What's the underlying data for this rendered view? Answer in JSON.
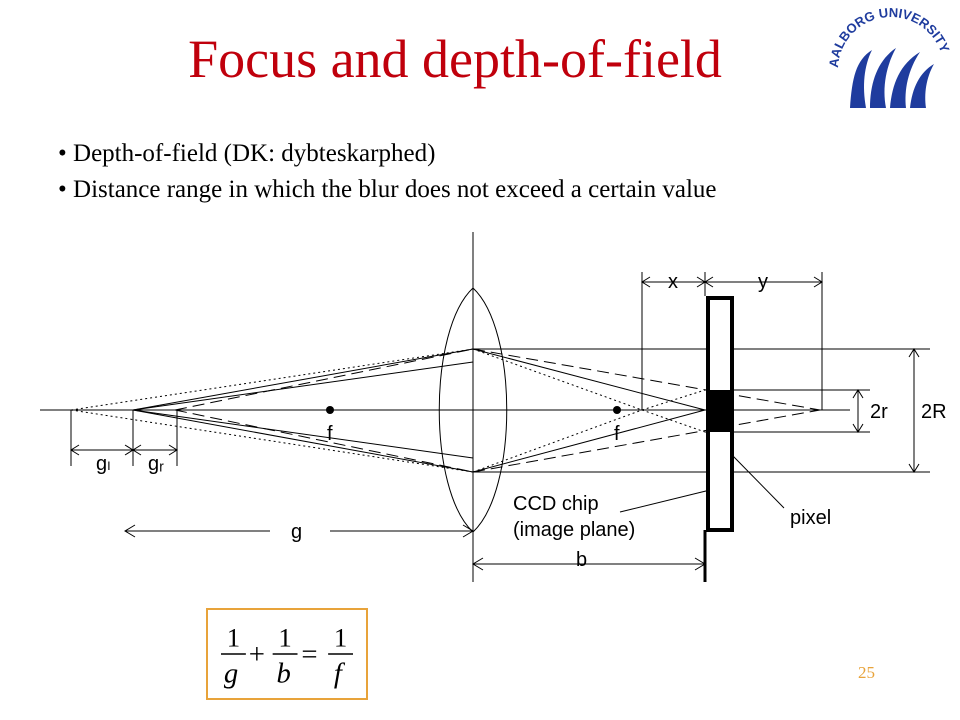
{
  "title": "Focus and depth-of-field",
  "bullets": [
    "Depth-of-field   (DK: dybteskarphed)",
    "Distance range in which the blur does not exceed a certain value"
  ],
  "logo": {
    "text": "AALBORG UNIVERSITY",
    "color": "#1f3c9e"
  },
  "diagram": {
    "labels": {
      "x": "x",
      "y": "y",
      "small_aperture": "2r",
      "large_aperture": "2R",
      "focal_left": "f",
      "focal_right": "f",
      "g_l": "gₗ",
      "g_r": "gᵣ",
      "g": "g",
      "b": "b",
      "ccd_line1": "CCD chip",
      "ccd_line2": "(image plane)",
      "pixel": "pixel"
    }
  },
  "formula": {
    "terms": [
      "g",
      "b",
      "f"
    ],
    "numerator": "1",
    "plus": "+",
    "equals": "="
  },
  "page_number": "25",
  "colors": {
    "title": "#c0000c",
    "accent": "#e8a33a",
    "ink": "#000000"
  }
}
